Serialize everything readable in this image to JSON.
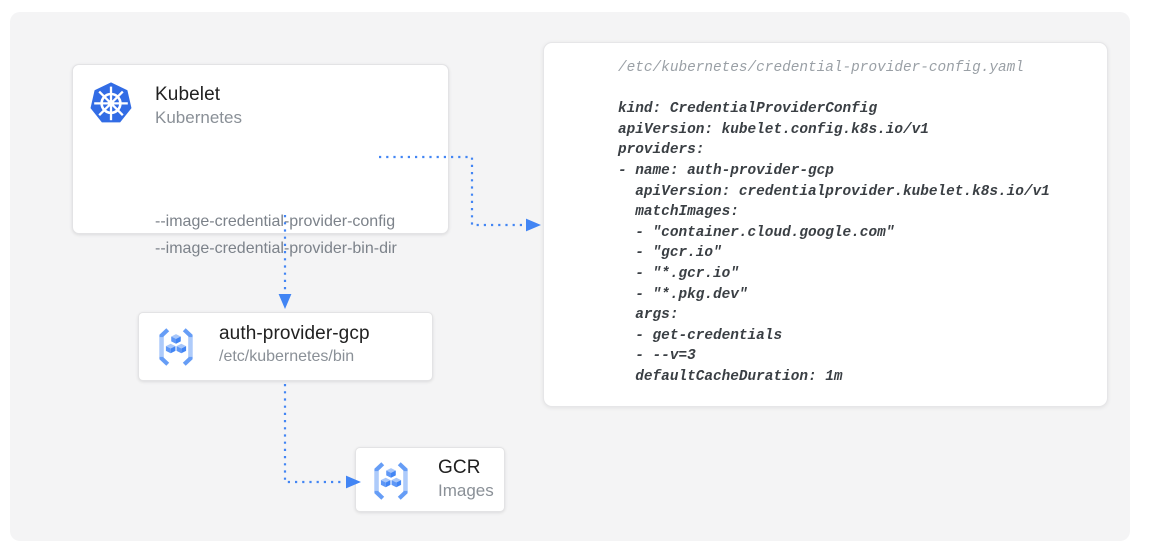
{
  "colors": {
    "connector": "#4285f4",
    "kubernetes_blue": "#326ce5",
    "panel_background": "#f4f4f5"
  },
  "icons": {
    "kubernetes": "kubernetes-helm-wheel-icon",
    "container_registry": "gcr-cubes-brackets-icon"
  },
  "kubelet_card": {
    "title": "Kubelet",
    "subtitle": "Kubernetes",
    "flags": [
      "--image-credential-provider-config",
      "--image-credential-provider-bin-dir"
    ]
  },
  "auth_provider_card": {
    "title": "auth-provider-gcp",
    "subtitle": "/etc/kubernetes/bin"
  },
  "gcr_card": {
    "title": "GCR",
    "subtitle": "Images"
  },
  "yaml_card": {
    "filename": "/etc/kubernetes/credential-provider-config.yaml",
    "code": "kind: CredentialProviderConfig\napiVersion: kubelet.config.k8s.io/v1\nproviders:\n- name: auth-provider-gcp\n  apiVersion: credentialprovider.kubelet.k8s.io/v1\n  matchImages:\n  - \"container.cloud.google.com\"\n  - \"gcr.io\"\n  - \"*.gcr.io\"\n  - \"*.pkg.dev\"\n  args:\n  - get-credentials\n  - --v=3\n  defaultCacheDuration: 1m"
  }
}
